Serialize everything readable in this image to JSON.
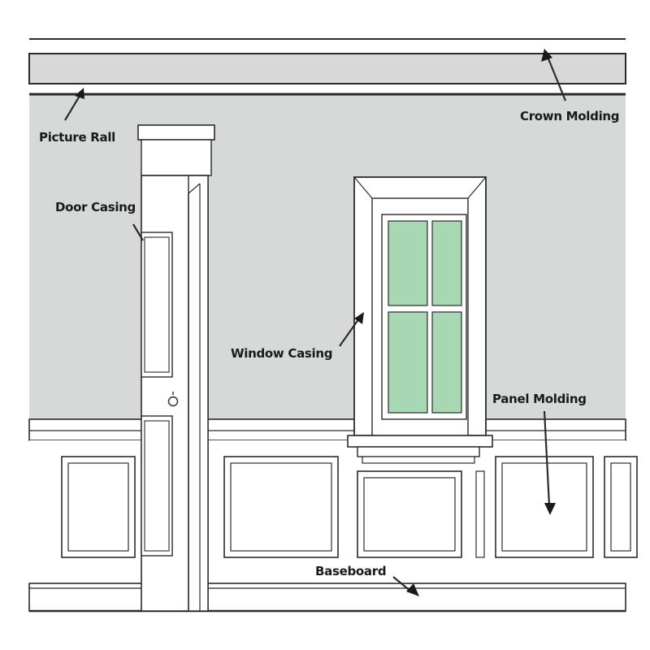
{
  "labels": {
    "crown_molding": "Crown Molding",
    "picture_rail": "Picture Rall",
    "door_casing": "Door Casing",
    "window_casing": "Window Casing",
    "panel_molding": "Panel Molding",
    "baseboard": "Baseboard"
  },
  "colors": {
    "wall": "#d7d8d8",
    "glass": "#a8d8b3",
    "line": "#2b2b2b",
    "trim": "#ffffff"
  }
}
